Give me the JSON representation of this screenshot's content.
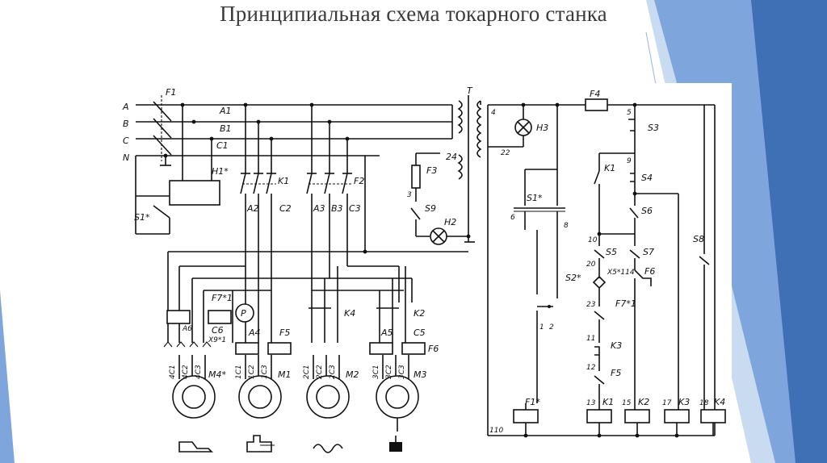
{
  "title": "Принципиальная схема токарного станка",
  "colors": {
    "wire": "#111111",
    "decor_dark": "#3f6fb5",
    "decor_mid": "#6f9bd6",
    "decor_light": "#b9d0ee",
    "title_text": "#3a3a3a"
  },
  "labels": {
    "phase_a": "A",
    "phase_b": "B",
    "phase_c": "C",
    "neutral": "N",
    "f1": "F1",
    "a1": "A1",
    "b1": "B1",
    "c1": "C1",
    "h1": "H1*",
    "s1_left": "S1*",
    "k1_top": "K1",
    "f2": "F2",
    "a2": "A2",
    "c2": "C2",
    "a3": "A3",
    "b3": "B3",
    "c3": "C3",
    "t": "T",
    "f3": "F3",
    "n24": "24",
    "n3": "3",
    "s9": "S9",
    "h2": "H2",
    "f7_left": "F7*1",
    "p": "P",
    "a6": "A6",
    "c6": "C6",
    "x9": "X9*1",
    "a4": "A4",
    "f5_mid": "F5",
    "k4_top": "K4",
    "a5": "A5",
    "c5": "C5",
    "k2_top": "K2",
    "f6_mid": "F6",
    "m4_t1": "4C1",
    "m4_t2": "4C2",
    "m4_t3": "4C3",
    "m4": "M4*",
    "m1_t1": "1C1",
    "m1_t2": "1C2",
    "m1_t3": "1C3",
    "m1": "M1",
    "m2_t1": "2C1",
    "m2_t2": "2C2",
    "m2_t3": "2C3",
    "m2": "M2",
    "m3_t1": "3C1",
    "m3_t2": "3C2",
    "m3_t3": "3C3",
    "m3": "M3",
    "n4": "4",
    "h3": "H3",
    "n22": "22",
    "f4": "F4",
    "n5": "5",
    "s3": "S3",
    "n9": "9",
    "k1_ctrl": "K1",
    "s4": "S4",
    "s1_ctrl": "S1*",
    "n6": "6",
    "n8": "8",
    "s6": "S6",
    "n10": "10",
    "s5": "S5",
    "s7": "S7",
    "s8": "S8",
    "n20": "20",
    "x5": "X5*114",
    "f6_ctrl": "F6",
    "s2": "S2*",
    "n23": "23",
    "f7_ctrl": "F7*1",
    "n11": "11",
    "k3_ctrl": "K3",
    "n12": "12",
    "f5_ctrl": "F5",
    "n1": "1",
    "n2": "2",
    "f1_coil": "F1*",
    "n13": "13",
    "k1_coil": "K1",
    "n15": "15",
    "k2_coil": "K2",
    "n17": "17",
    "k3_coil": "K3",
    "n18": "18",
    "k4_coil": "K4",
    "n110": "110"
  },
  "icons": [
    "tool-post-icon",
    "clamp-icon",
    "wave-icon",
    "coolant-pump-icon"
  ]
}
